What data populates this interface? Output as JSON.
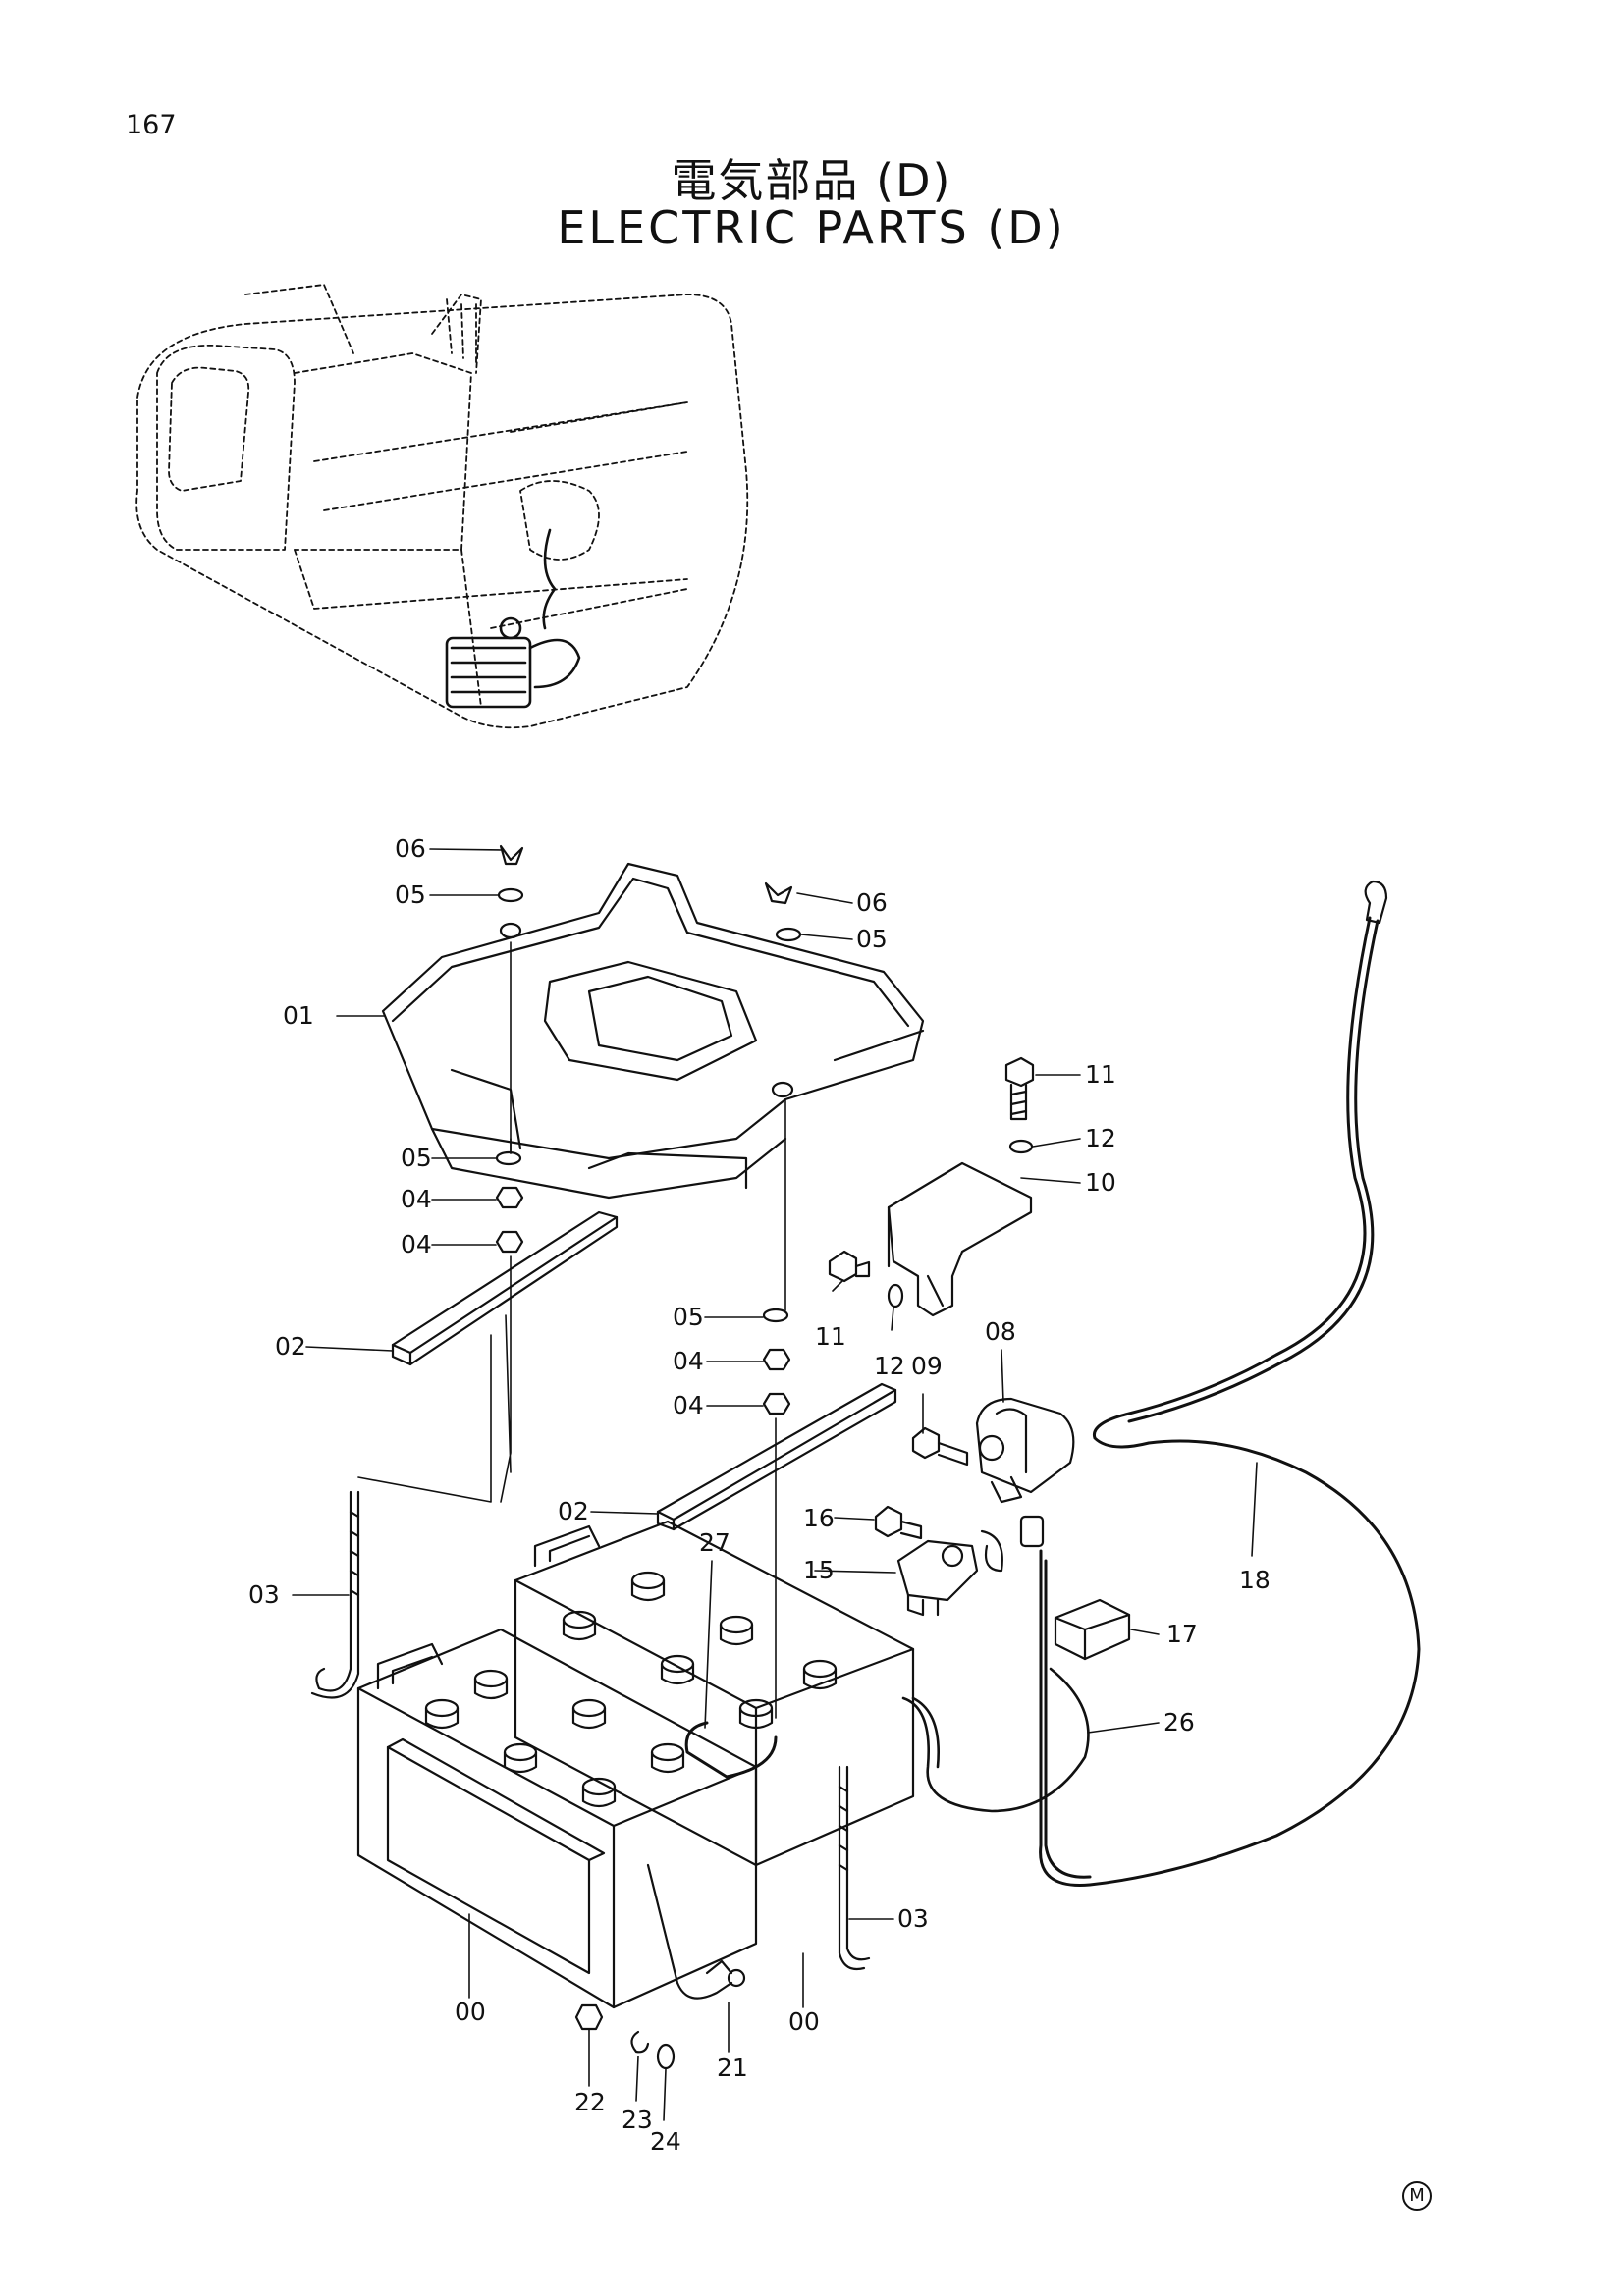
{
  "page_number": "167",
  "title_jp": "電気部品 (D)",
  "title_en": "ELECTRIC PARTS (D)",
  "mark": "M",
  "callouts": [
    "06",
    "05",
    "06",
    "05",
    "01",
    "11",
    "12",
    "10",
    "05",
    "04",
    "04",
    "11",
    "02",
    "05",
    "12",
    "09",
    "08",
    "04",
    "04",
    "02",
    "16",
    "15",
    "18",
    "03",
    "27",
    "17",
    "26",
    "03",
    "00",
    "00",
    "21",
    "22",
    "23",
    "24"
  ]
}
